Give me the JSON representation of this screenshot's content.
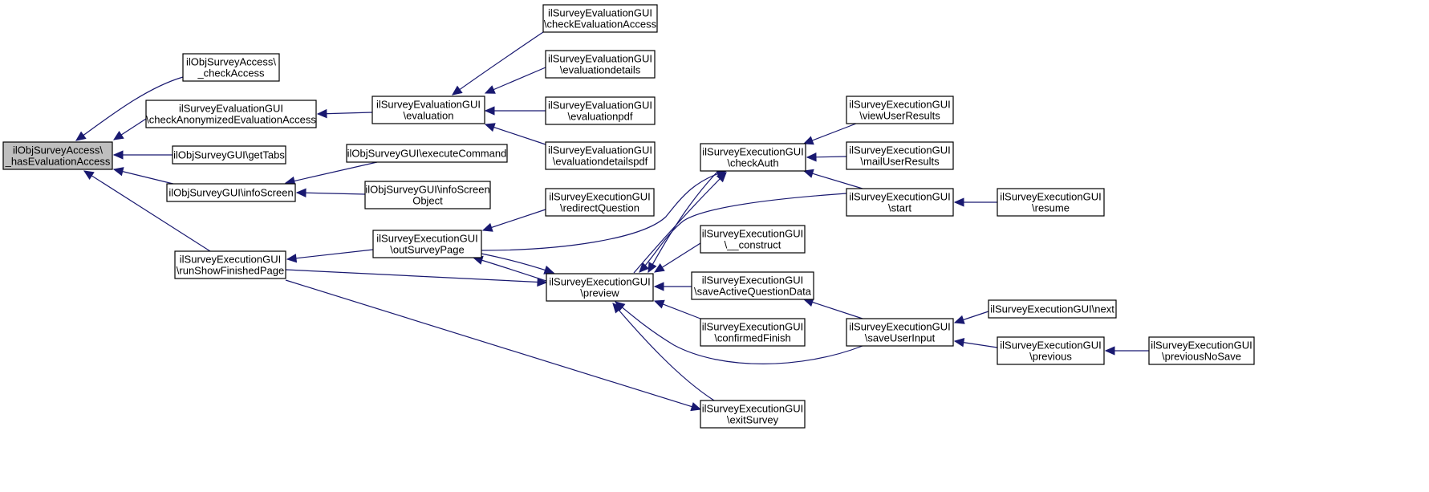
{
  "graph": {
    "colors": {
      "edge": "#191970",
      "highlight_fill": "#bfbfbf",
      "node_fill": "#ffffff",
      "border": "#000000"
    },
    "nodes": [
      {
        "id": "has_eval",
        "lines": [
          "ilObjSurveyAccess\\",
          "_hasEvaluationAccess"
        ],
        "highlighted": true
      },
      {
        "id": "check_access",
        "lines": [
          "ilObjSurveyAccess\\",
          "_checkAccess"
        ]
      },
      {
        "id": "check_anon",
        "lines": [
          "ilSurveyEvaluationGUI",
          "\\checkAnonymizedEvaluationAccess"
        ]
      },
      {
        "id": "get_tabs",
        "lines": [
          "ilObjSurveyGUI\\getTabs"
        ]
      },
      {
        "id": "info_screen",
        "lines": [
          "ilObjSurveyGUI\\infoScreen"
        ]
      },
      {
        "id": "run_show",
        "lines": [
          "ilSurveyExecutionGUI",
          "\\runShowFinishedPage"
        ]
      },
      {
        "id": "evaluation",
        "lines": [
          "ilSurveyEvaluationGUI",
          "\\evaluation"
        ]
      },
      {
        "id": "execute_cmd",
        "lines": [
          "ilObjSurveyGUI\\executeCommand"
        ]
      },
      {
        "id": "info_obj",
        "lines": [
          "ilObjSurveyGUI\\infoScreen",
          "Object"
        ]
      },
      {
        "id": "out_survey",
        "lines": [
          "ilSurveyExecutionGUI",
          "\\outSurveyPage"
        ]
      },
      {
        "id": "check_eval",
        "lines": [
          "ilSurveyEvaluationGUI",
          "\\checkEvaluationAccess"
        ]
      },
      {
        "id": "eval_details",
        "lines": [
          "ilSurveyEvaluationGUI",
          "\\evaluationdetails"
        ]
      },
      {
        "id": "eval_pdf",
        "lines": [
          "ilSurveyEvaluationGUI",
          "\\evaluationpdf"
        ]
      },
      {
        "id": "eval_details_pdf",
        "lines": [
          "ilSurveyEvaluationGUI",
          "\\evaluationdetailspdf"
        ]
      },
      {
        "id": "redirect_q",
        "lines": [
          "ilSurveyExecutionGUI",
          "\\redirectQuestion"
        ]
      },
      {
        "id": "preview",
        "lines": [
          "ilSurveyExecutionGUI",
          "\\preview"
        ]
      },
      {
        "id": "check_auth",
        "lines": [
          "ilSurveyExecutionGUI",
          "\\checkAuth"
        ]
      },
      {
        "id": "construct",
        "lines": [
          "ilSurveyExecutionGUI",
          "\\__construct"
        ]
      },
      {
        "id": "save_active",
        "lines": [
          "ilSurveyExecutionGUI",
          "\\saveActiveQuestionData"
        ]
      },
      {
        "id": "confirmed",
        "lines": [
          "ilSurveyExecutionGUI",
          "\\confirmedFinish"
        ]
      },
      {
        "id": "exit_survey",
        "lines": [
          "ilSurveyExecutionGUI",
          "\\exitSurvey"
        ]
      },
      {
        "id": "view_results",
        "lines": [
          "ilSurveyExecutionGUI",
          "\\viewUserResults"
        ]
      },
      {
        "id": "mail_results",
        "lines": [
          "ilSurveyExecutionGUI",
          "\\mailUserResults"
        ]
      },
      {
        "id": "start",
        "lines": [
          "ilSurveyExecutionGUI",
          "\\start"
        ]
      },
      {
        "id": "save_input",
        "lines": [
          "ilSurveyExecutionGUI",
          "\\saveUserInput"
        ]
      },
      {
        "id": "resume",
        "lines": [
          "ilSurveyExecutionGUI",
          "\\resume"
        ]
      },
      {
        "id": "next",
        "lines": [
          "ilSurveyExecutionGUI\\next"
        ]
      },
      {
        "id": "previous",
        "lines": [
          "ilSurveyExecutionGUI",
          "\\previous"
        ]
      },
      {
        "id": "previous_nosave",
        "lines": [
          "ilSurveyExecutionGUI",
          "\\previousNoSave"
        ]
      }
    ],
    "edges": [
      {
        "from": "check_access",
        "to": "has_eval"
      },
      {
        "from": "check_anon",
        "to": "has_eval"
      },
      {
        "from": "get_tabs",
        "to": "has_eval"
      },
      {
        "from": "info_screen",
        "to": "has_eval"
      },
      {
        "from": "run_show",
        "to": "has_eval"
      },
      {
        "from": "evaluation",
        "to": "check_anon"
      },
      {
        "from": "check_eval",
        "to": "evaluation"
      },
      {
        "from": "eval_details",
        "to": "evaluation"
      },
      {
        "from": "eval_pdf",
        "to": "evaluation"
      },
      {
        "from": "eval_details_pdf",
        "to": "evaluation"
      },
      {
        "from": "execute_cmd",
        "to": "info_screen"
      },
      {
        "from": "info_obj",
        "to": "info_screen"
      },
      {
        "from": "out_survey",
        "to": "run_show"
      },
      {
        "from": "redirect_q",
        "to": "out_survey"
      },
      {
        "from": "preview",
        "to": "out_survey"
      },
      {
        "from": "out_survey",
        "to": "preview"
      },
      {
        "from": "run_show",
        "to": "preview"
      },
      {
        "from": "out_survey",
        "to": "check_auth"
      },
      {
        "from": "preview",
        "to": "check_auth"
      },
      {
        "from": "check_auth",
        "to": "preview"
      },
      {
        "from": "construct",
        "to": "preview"
      },
      {
        "from": "save_active",
        "to": "preview"
      },
      {
        "from": "confirmed",
        "to": "preview"
      },
      {
        "from": "save_input",
        "to": "preview"
      },
      {
        "from": "exit_survey",
        "to": "preview"
      },
      {
        "from": "start",
        "to": "preview"
      },
      {
        "from": "run_show",
        "to": "exit_survey"
      },
      {
        "from": "view_results",
        "to": "check_auth"
      },
      {
        "from": "mail_results",
        "to": "check_auth"
      },
      {
        "from": "start",
        "to": "check_auth"
      },
      {
        "from": "save_input",
        "to": "save_active"
      },
      {
        "from": "resume",
        "to": "start"
      },
      {
        "from": "next",
        "to": "save_input"
      },
      {
        "from": "previous",
        "to": "save_input"
      },
      {
        "from": "previous_nosave",
        "to": "previous"
      }
    ]
  }
}
